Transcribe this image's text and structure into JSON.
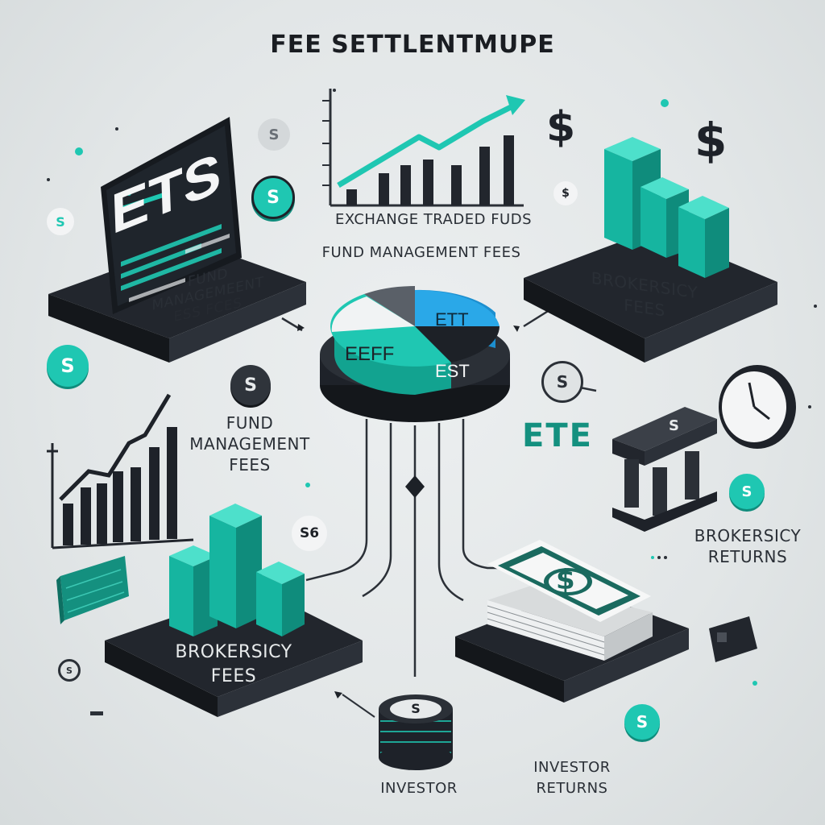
{
  "title": "FEE SETTLENTMUPE",
  "top_left": {
    "screen_text": "ETS",
    "caption_line1": "FUND",
    "caption_line2": "MANAGEMEENT",
    "caption_line3": "ESS FCES"
  },
  "top_center": {
    "caption": "EXCHANGE TRADED FUDS",
    "subcaption": "FUND MANAGEMENT FEES"
  },
  "top_right": {
    "caption_line1": "BROKERSICY",
    "caption_line2": "FEES",
    "sign_a": "$",
    "sign_b": "$",
    "small_sign": "$"
  },
  "pie": {
    "slice_left": "EEFF",
    "slice_right_top": "ETT",
    "slice_right_bottom": "EST"
  },
  "mid_left": {
    "coin": "S",
    "caption_line1": "FUND",
    "caption_line2": "MANAGEMENT",
    "caption_line3": "FEES"
  },
  "mid_right": {
    "coin": "S",
    "tag": "ETE",
    "caption_line1": "BROKERSICY",
    "caption_line2": "RETURNS",
    "bank_sign": "S"
  },
  "bottom_left": {
    "caption_line1": "BROKERSICY",
    "caption_line2": "FEES",
    "badge": "S6"
  },
  "bottom_center": {
    "coin": "S",
    "caption": "INVESTOR"
  },
  "bottom_right": {
    "bill_sign": "$",
    "caption_line1": "INVESTOR",
    "caption_line2": "RETURNS"
  },
  "coins": {
    "c1": "S",
    "c2": "S",
    "c3": "S",
    "c4": "S",
    "c5": "S",
    "c6": "S",
    "c7": "S",
    "c8": "S"
  },
  "colors": {
    "teal": "#1fc7b2",
    "dark_teal": "#14907f",
    "navy": "#1e2229",
    "blue": "#2aa8e8"
  }
}
